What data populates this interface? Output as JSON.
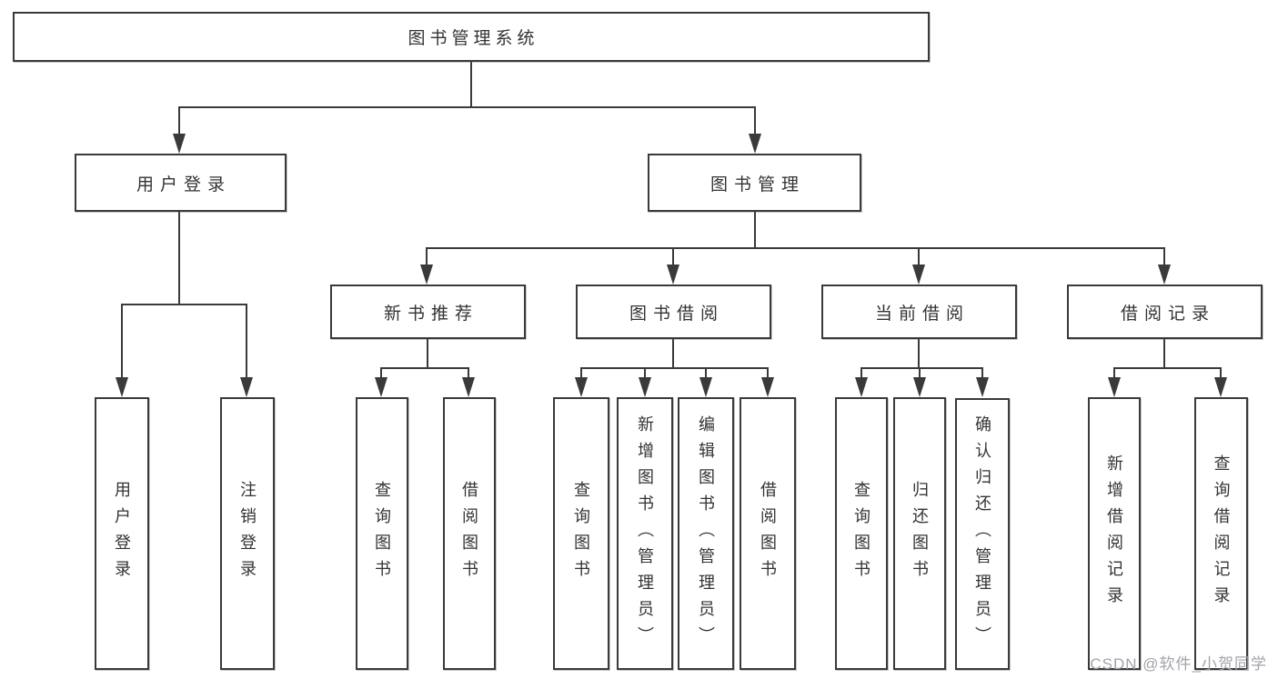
{
  "diagram": {
    "title_node": "图书管理系统",
    "nodes": {
      "root": "图书管理系统",
      "user_login": "用户登录",
      "book_mgmt": "图书管理",
      "new_books": "新书推荐",
      "book_borrow": "图书借阅",
      "current_borrow": "当前借阅",
      "borrow_records": "借阅记录"
    },
    "leaves": {
      "user_login": [
        "用户登录",
        "注销登录"
      ],
      "new_books": [
        "查询图书",
        "借阅图书"
      ],
      "book_borrow": [
        "查询图书",
        "新增图书（管理员）",
        "编辑图书（管理员）",
        "借阅图书"
      ],
      "current_borrow": [
        "查询图书",
        "归还图书",
        "确认归还（管理员）"
      ],
      "borrow_records": [
        "新增借阅记录",
        "查询借阅记录"
      ]
    },
    "watermark": "CSDN @软件_小贺同学",
    "colors": {
      "line": "#3a3a3a",
      "text": "#333333",
      "watermark": "#a3a3ab",
      "background": "#ffffff"
    }
  }
}
